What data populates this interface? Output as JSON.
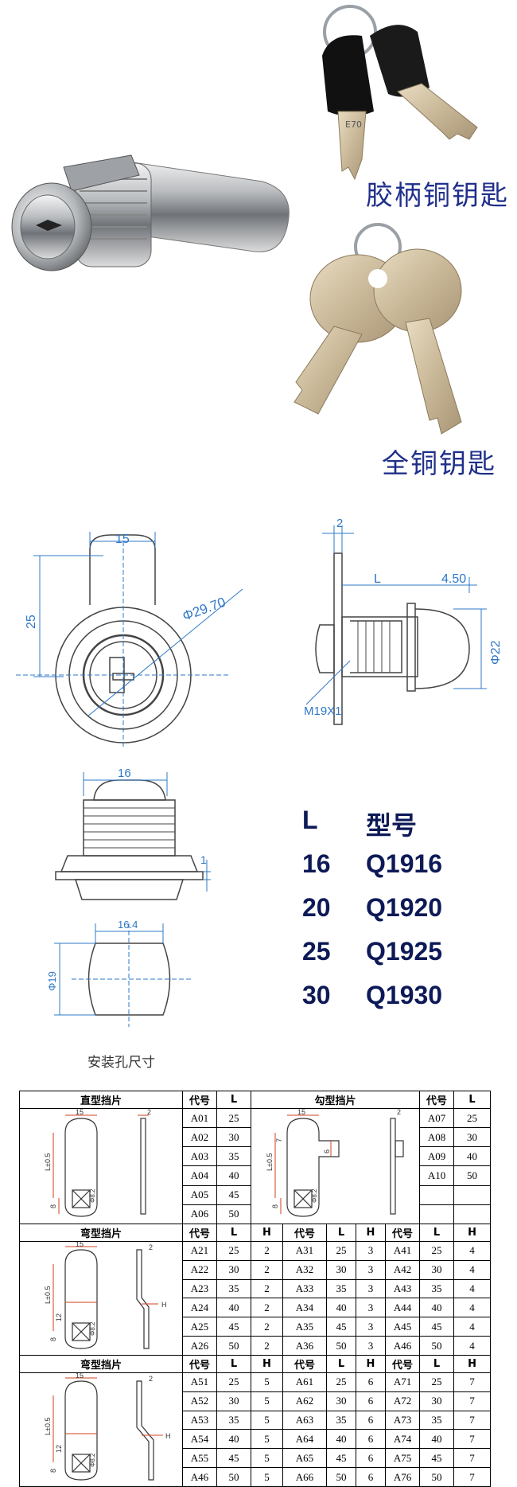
{
  "photo": {
    "label_plastic_key": "胶柄铜钥匙",
    "label_copper_key": "全铜钥匙",
    "key_stamp": "E70"
  },
  "drawing": {
    "front_width": "15",
    "front_height": "25",
    "front_diameter": "Φ29.70",
    "side_thickness": "2",
    "side_length": "L",
    "side_cap": "4.50",
    "side_diameter": "Φ22",
    "thread": "M19X1",
    "top_width": "16",
    "top_flange": "1",
    "hole_width": "16.4",
    "hole_diameter": "Φ19",
    "hole_caption": "安装孔尺寸"
  },
  "models": {
    "col_l": "L",
    "col_model": "型号",
    "rows": [
      {
        "l": "16",
        "model": "Q1916"
      },
      {
        "l": "20",
        "model": "Q1920"
      },
      {
        "l": "25",
        "model": "Q1925"
      },
      {
        "l": "30",
        "model": "Q1930"
      }
    ]
  },
  "table": {
    "straight_title": "直型挡片",
    "hook_title": "勾型挡片",
    "bent_title": "弯型挡片",
    "col_code": "代号",
    "col_l": "L",
    "col_h": "H",
    "straight_rows": [
      {
        "code": "A01",
        "l": "25"
      },
      {
        "code": "A02",
        "l": "30"
      },
      {
        "code": "A03",
        "l": "35"
      },
      {
        "code": "A04",
        "l": "40"
      },
      {
        "code": "A05",
        "l": "45"
      },
      {
        "code": "A06",
        "l": "50"
      }
    ],
    "hook_rows": [
      {
        "code": "A07",
        "l": "25"
      },
      {
        "code": "A08",
        "l": "30"
      },
      {
        "code": "A09",
        "l": "40"
      },
      {
        "code": "A10",
        "l": "50"
      }
    ],
    "bent1_rows": [
      [
        "A21",
        "25",
        "2",
        "A31",
        "25",
        "3",
        "A41",
        "25",
        "4"
      ],
      [
        "A22",
        "30",
        "2",
        "A32",
        "30",
        "3",
        "A42",
        "30",
        "4"
      ],
      [
        "A23",
        "35",
        "2",
        "A33",
        "35",
        "3",
        "A43",
        "35",
        "4"
      ],
      [
        "A24",
        "40",
        "2",
        "A34",
        "40",
        "3",
        "A44",
        "40",
        "4"
      ],
      [
        "A25",
        "45",
        "2",
        "A35",
        "45",
        "3",
        "A45",
        "45",
        "4"
      ],
      [
        "A26",
        "50",
        "2",
        "A36",
        "50",
        "3",
        "A46",
        "50",
        "4"
      ]
    ],
    "bent2_rows": [
      [
        "A51",
        "25",
        "5",
        "A61",
        "25",
        "6",
        "A71",
        "25",
        "7"
      ],
      [
        "A52",
        "30",
        "5",
        "A62",
        "30",
        "6",
        "A72",
        "30",
        "7"
      ],
      [
        "A53",
        "35",
        "5",
        "A63",
        "35",
        "6",
        "A73",
        "35",
        "7"
      ],
      [
        "A54",
        "40",
        "5",
        "A64",
        "40",
        "6",
        "A74",
        "40",
        "7"
      ],
      [
        "A55",
        "45",
        "5",
        "A65",
        "45",
        "6",
        "A75",
        "45",
        "7"
      ],
      [
        "A46",
        "50",
        "5",
        "A66",
        "50",
        "6",
        "A76",
        "50",
        "7"
      ]
    ],
    "sketch": {
      "w15": "15",
      "t2": "2",
      "lpm": "L±0.5",
      "d8": "8",
      "d7": "7",
      "d6": "6",
      "d12": "12",
      "h": "H",
      "phi": "Φ8.2"
    }
  }
}
